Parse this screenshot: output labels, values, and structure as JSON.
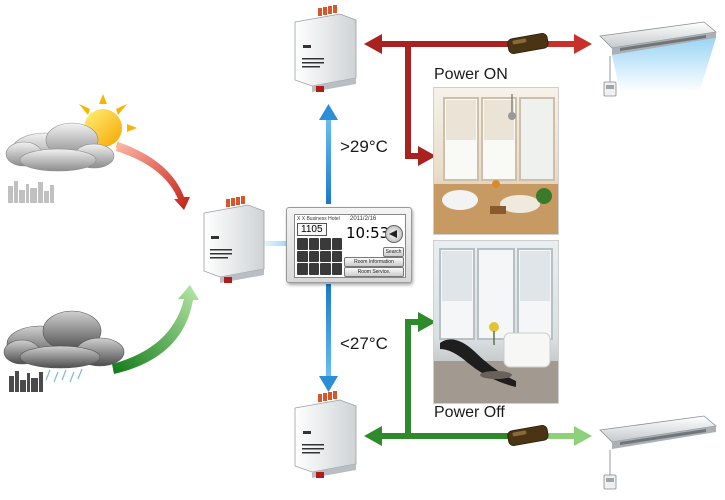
{
  "labels": {
    "power_on": "Power ON",
    "power_off": "Power Off",
    "temp_high": ">29°C",
    "temp_low": "<27°C"
  },
  "panel": {
    "hotel": "X X Business Hotel",
    "date": "2011/2/16",
    "room": "1105",
    "time": "10:53",
    "search": "Search",
    "room_info": "Room Information",
    "room_service": "Room Service."
  },
  "colors": {
    "red_arrow": "#a8231f",
    "green_arrow": "#2e8a2a",
    "blue_arrow": "#2b8fd6"
  }
}
